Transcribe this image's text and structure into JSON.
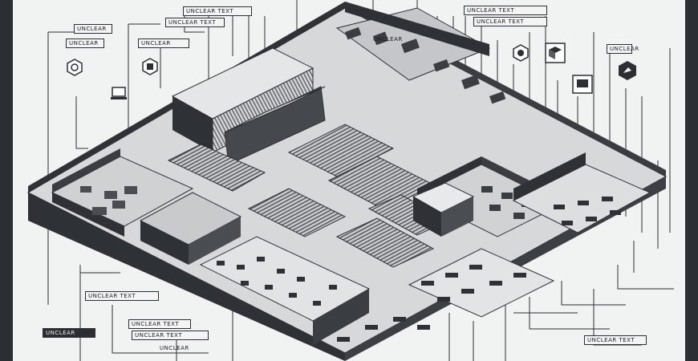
{
  "labels": {
    "top_center_a": "UNCLEAR TEXT",
    "top_center_b": "UNCLEAR TEXT",
    "top_right_a": "UNCLEAR TEXT",
    "top_right_b": "UNCLEAR TEXT",
    "left_top": "UNCLEAR",
    "left_second": "UNCLEAR",
    "left_third": "UNCLEAR",
    "building_sign": "UNCLEAR",
    "right_tag": "UNCLEAR",
    "bottom_left_a": "UNCLEAR TEXT",
    "bottom_left_dark": "UNCLEAR",
    "bottom_center_a": "UNCLEAR TEXT",
    "bottom_center_b": "UNCLEAR TEXT",
    "bottom_center_c": "UNCLEAR",
    "bottom_right_a": "UNCLEAR TEXT"
  },
  "icons": [
    "hexagon-emblem-icon",
    "box-emblem-icon",
    "laptop-emblem-icon",
    "hexagon-emblem-icon-right",
    "tv-emblem-icon",
    "monitor-emblem-icon",
    "tag-emblem-icon"
  ],
  "colors": {
    "ink": "#2c2f33",
    "floor": "#d9dbdd",
    "wall": "#3a3d42",
    "background": "#f1f2f2"
  }
}
